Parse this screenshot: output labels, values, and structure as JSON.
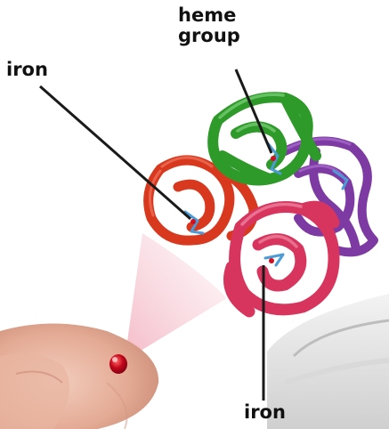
{
  "labels": {
    "heme_line1": "heme",
    "heme_line2": "group",
    "iron_top": "iron",
    "iron_bottom": "iron"
  },
  "colors": {
    "background": "#ffffff",
    "green_subunit": "#2e9a2a",
    "purple_subunit": "#7d3aa3",
    "red_subunit": "#d8381e",
    "pink_subunit": "#d8355e",
    "heme_wire": "#4a9bd6",
    "blood_drop": "#c4071b",
    "skin": "#e7b6a0",
    "leader_line": "#1a1a1a"
  },
  "icons": {
    "fingertip": "fingertip-illustration",
    "blood_drop": "blood-drop",
    "protein": "hemoglobin-molecule"
  }
}
